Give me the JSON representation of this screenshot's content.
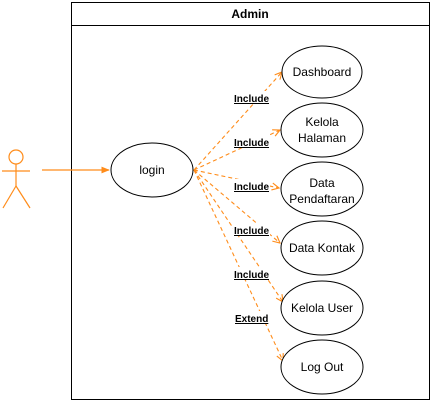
{
  "system": {
    "title": "Admin"
  },
  "actor": {
    "name": ""
  },
  "login": {
    "label": "login"
  },
  "use_cases": [
    {
      "line1": "Dashboard",
      "line2": ""
    },
    {
      "line1": "Kelola",
      "line2": "Halaman"
    },
    {
      "line1": "Data",
      "line2": "Pendaftaran"
    },
    {
      "line1": "Data Kontak",
      "line2": ""
    },
    {
      "line1": "Kelola User",
      "line2": ""
    },
    {
      "line1": "Log Out",
      "line2": ""
    }
  ],
  "relations": [
    {
      "label": "Include"
    },
    {
      "label": "Include"
    },
    {
      "label": "Include"
    },
    {
      "label": "Include"
    },
    {
      "label": "Include"
    },
    {
      "label": "Extend"
    }
  ],
  "colors": {
    "accent": "#ff8c1a",
    "line": "#000000",
    "fill": "#ffffff"
  }
}
